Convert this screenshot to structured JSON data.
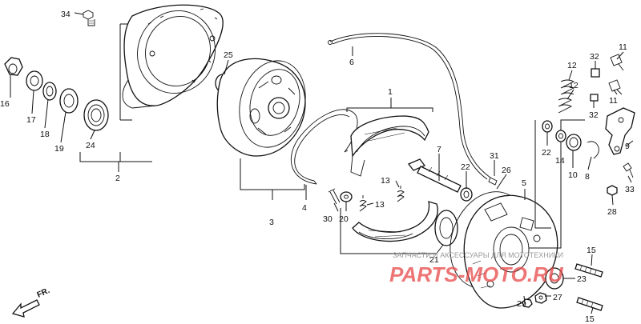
{
  "labels": {
    "p34": "34",
    "p25": "25",
    "p16": "16",
    "p17": "17",
    "p18": "18",
    "p19": "19",
    "p24": "24",
    "p2": "2",
    "p6": "6",
    "p1": "1",
    "p3": "3",
    "p4": "4",
    "p7": "7",
    "p13a": "13",
    "p13b": "13",
    "p30": "30",
    "p20": "20",
    "p22a": "22",
    "p31": "31",
    "p26": "26",
    "p5": "5",
    "p21": "21",
    "p11a": "11",
    "p11b": "11",
    "p12a": "12",
    "p12b": "12",
    "p32a": "32",
    "p32b": "32",
    "p9": "9",
    "p22b": "22",
    "p14": "14",
    "p10": "10",
    "p8": "8",
    "p33": "33",
    "p28": "28",
    "p15a": "15",
    "p15b": "15",
    "p23": "23",
    "p29": "29",
    "p27": "27"
  },
  "direction_label": "FR.",
  "watermark": {
    "caption": "ЗАПЧАСТИ И АКСЕССУАРЫ ДЛЯ МОТОТЕХНИКИ",
    "logo": "PARTS-MOTO.RU"
  },
  "colors": {
    "line": "#111111",
    "watermark_logo": "#e84848",
    "watermark_caption": "#9a9a9a"
  }
}
